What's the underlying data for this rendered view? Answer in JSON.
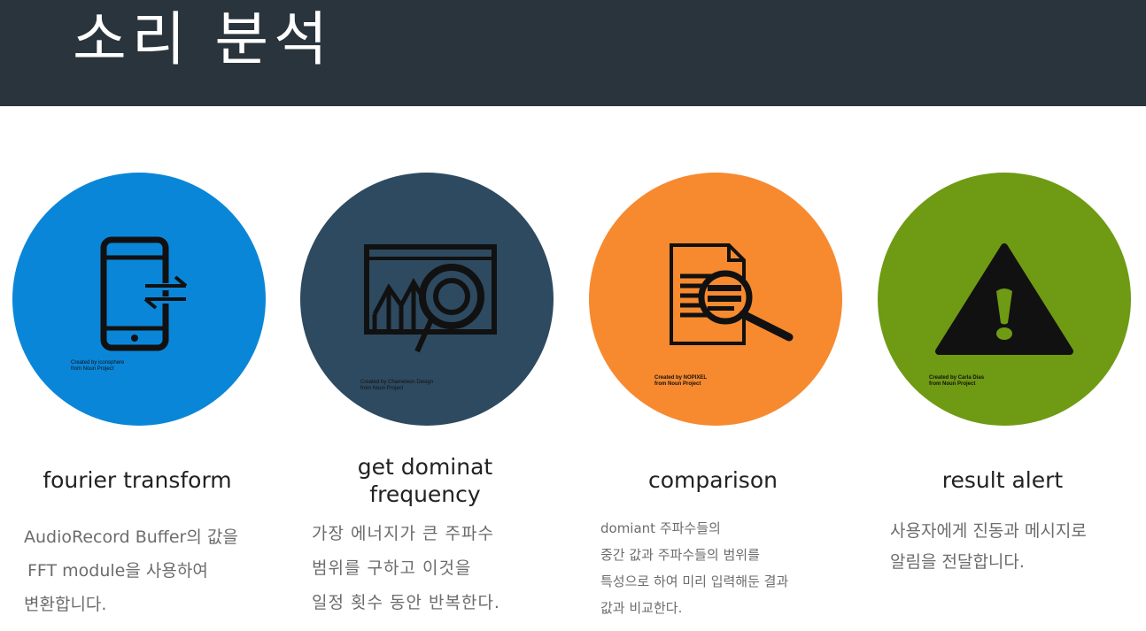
{
  "header": {
    "title": "소리 분석"
  },
  "colors": {
    "header_bg": "#2a343c",
    "blue": "#0a86d9",
    "navy": "#2e4a60",
    "orange": "#f7892f",
    "green": "#6f9a14"
  },
  "cards": [
    {
      "icon": "phone-transfer-icon",
      "credit": [
        "Created by iconsphere",
        "from Noun Project"
      ],
      "title": [
        "fourier transform"
      ],
      "desc": [
        "AudioRecord Buffer의 값을",
        "FFT module을 사용하여",
        "변환합니다."
      ]
    },
    {
      "icon": "chart-magnifier-icon",
      "credit": [
        "Created by Chameleon Design",
        "from Noun Project"
      ],
      "title": [
        "get dominat",
        "frequency"
      ],
      "desc": [
        "가장 에너지가 큰 주파수",
        "범위를 구하고 이것을",
        "일정 횟수 동안 반복한다."
      ]
    },
    {
      "icon": "document-search-icon",
      "credit": [
        "Created by NOPIXEL",
        "from Noun Project"
      ],
      "title": [
        "comparison"
      ],
      "desc": [
        "domiant 주파수들의",
        "중간 값과 주파수들의 범위를",
        "특성으로 하여 미리 입력해둔 결과",
        "값과 비교한다."
      ]
    },
    {
      "icon": "warning-icon",
      "credit": [
        "Created by Carla Dias",
        "from Noun Project"
      ],
      "title": [
        "result alert"
      ],
      "desc": [
        "사용자에게 진동과 메시지로",
        "알림을 전달합니다."
      ]
    }
  ]
}
